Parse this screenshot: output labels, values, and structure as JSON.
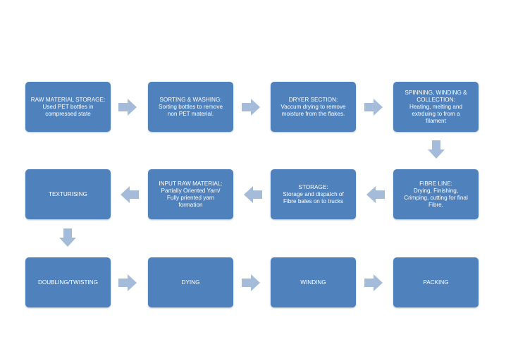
{
  "boxes": {
    "raw_material_storage": "RAW MATERIAL STORAGE:\nUsed PET bottles in\ncompressed state",
    "sorting_washing": "SORTING & WASHING:\nSorting bottles to remove\nnon PET material.",
    "dryer_section": "DRYER SECTION:\nVaccum drying to remove\nmoisture from the flakes.",
    "spinning_winding_collection": "SPINNING, WINDING &\nCOLLECTION:\nHeating, melting and\nextrduing to from a\nfilament",
    "fibre_line": "FIBRE LINE:\nDrying, Finishing,\nCrimping, cutting for final\nFibre.",
    "storage": "STORAGE:\nStorage and dispatch of\nFibre bales on to trucks",
    "input_raw_material": "INPUT RAW MATERIAL:\nPartially Oriented Yarn/\nFully priented yarn\nformation",
    "texturising": "TEXTURISING",
    "doubling_twisting": "DOUBLING/TWISTING",
    "dying": "DYING",
    "winding": "WINDING",
    "packing": "PACKING"
  },
  "colors": {
    "box_fill": "#4f81bd",
    "box_text": "#ffffff",
    "arrow_fill": "#a4bcd9",
    "background": "#ffffff"
  },
  "arrow_icons": [
    "arrow-right-icon",
    "arrow-down-icon",
    "arrow-left-icon"
  ]
}
